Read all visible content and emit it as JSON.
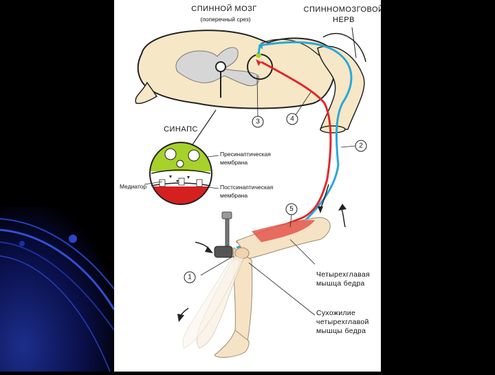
{
  "labels": {
    "spinal_cord": "СПИННОЙ МОЗГ",
    "cross_section": "(поперечный срез)",
    "spinal_nerve_line1": "СПИННОМОЗГОВОЙ",
    "spinal_nerve_line2": "НЕРВ",
    "synapse": "СИНАПС",
    "presynaptic_line1": "Пресинаптическая",
    "presynaptic_line2": "мембрана",
    "postsynaptic_line1": "Постсинаптическая",
    "postsynaptic_line2": "мембрана",
    "mediator": "Медиатор",
    "quadriceps_line1": "Четырехглавая",
    "quadriceps_line2": "мышца бедра",
    "tendon_line1": "Сухожилие",
    "tendon_line2": "четырехглавой",
    "tendon_line3": "мышцы бедра"
  },
  "numbers": {
    "n1": "1",
    "n2": "2",
    "n3": "3",
    "n4": "4",
    "n5": "5"
  },
  "colors": {
    "background": "#000000",
    "figure_bg": "#ffffff",
    "cord_fill": "#f6e7c6",
    "grey_matter": "#d6d6d6",
    "afferent_blue": "#2aa7d8",
    "efferent_red": "#e0272b",
    "presynaptic_green": "#a6d22a",
    "postsynaptic_red": "#d62020",
    "muscle_red": "#e2574c",
    "skin": "#f6e2c4",
    "decor_blue": "#1f3fae"
  },
  "icons": [
    "reflex-hammer-icon",
    "motion-arrow-icon",
    "spinal-cord-cross-section",
    "synapse-magnifier",
    "leg-illustration"
  ]
}
